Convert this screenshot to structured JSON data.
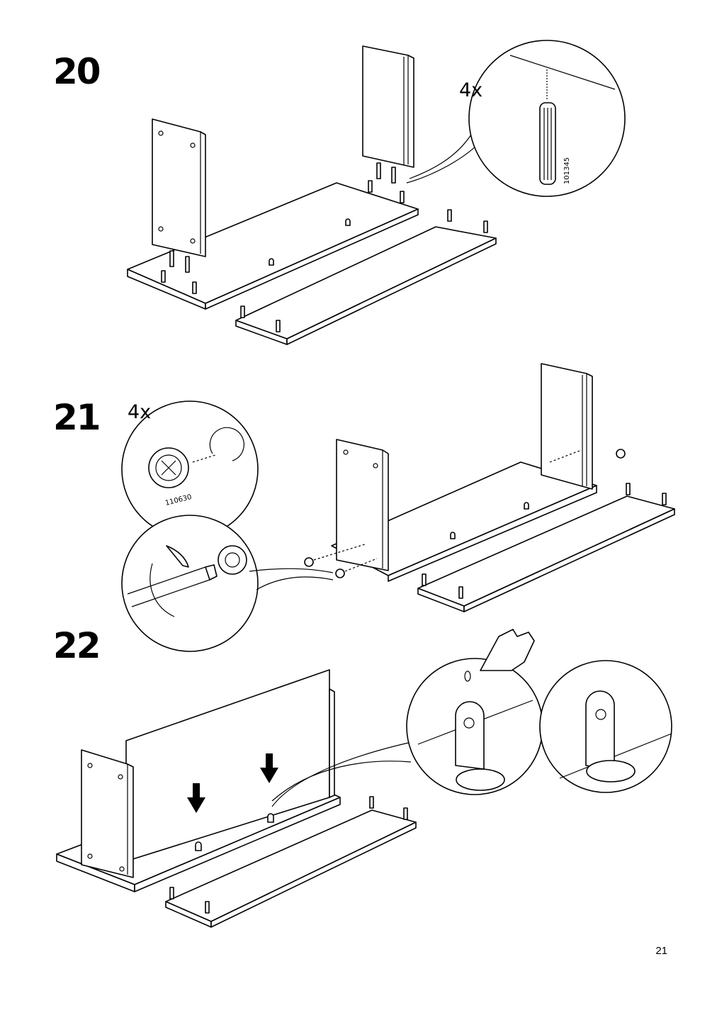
{
  "steps": [
    {
      "number": "20",
      "detail_quantity": "4x",
      "part_number": "101345"
    },
    {
      "number": "21",
      "detail_quantity": "4x",
      "part_number": "110630"
    },
    {
      "number": "22"
    }
  ],
  "page_number": "21"
}
